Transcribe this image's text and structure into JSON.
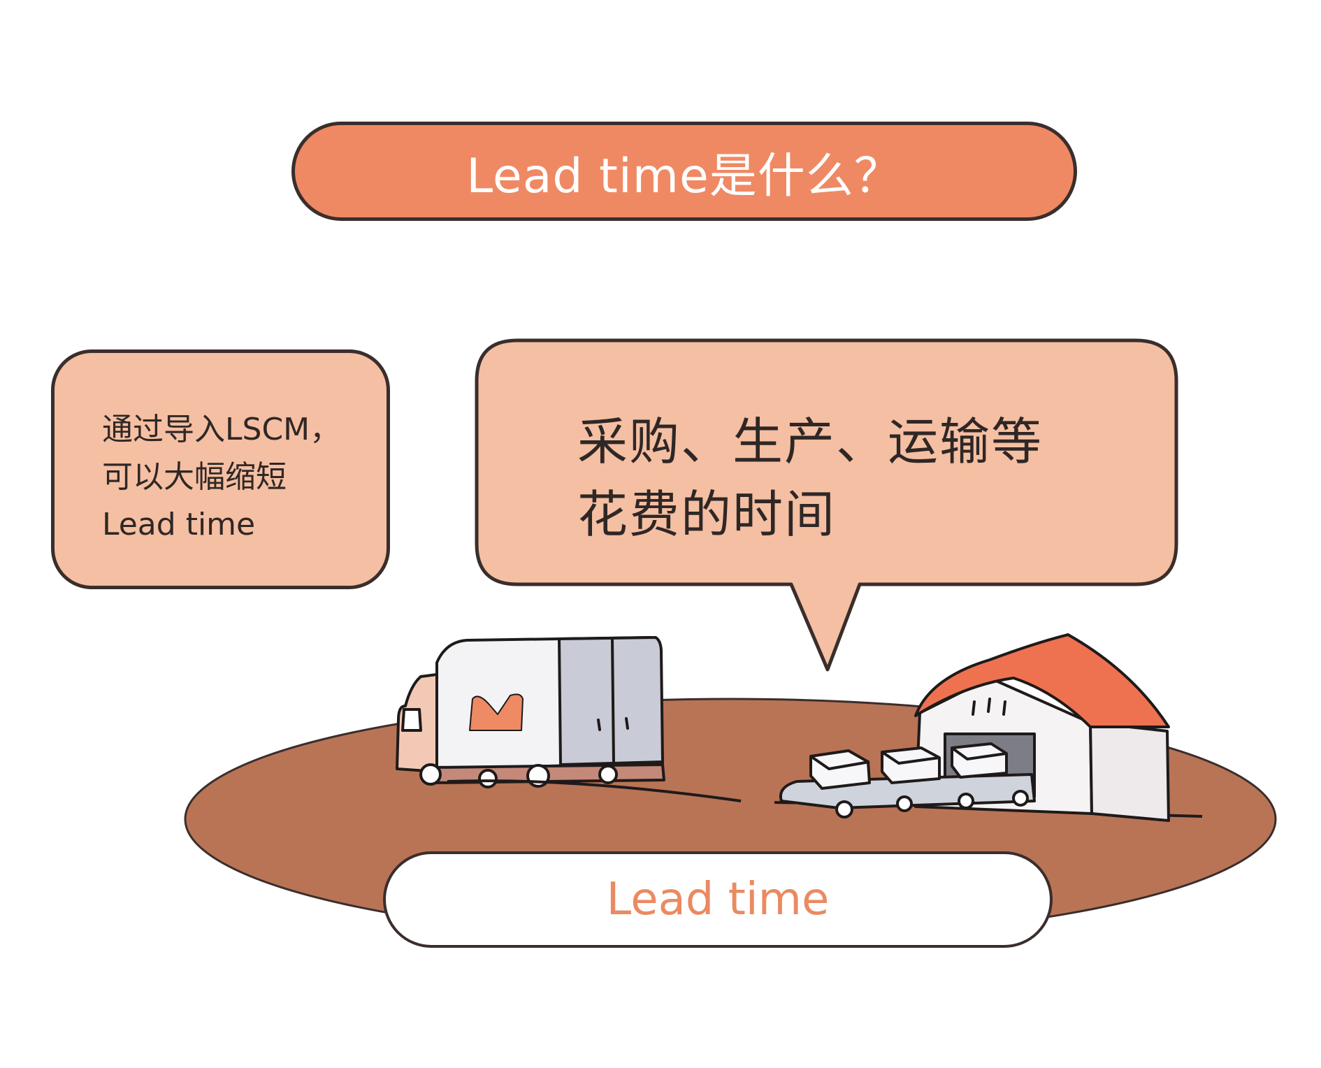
{
  "title": "Lead time是什么？",
  "note": {
    "lines": [
      "通过导入LSCM，",
      "可以大幅缩短",
      "Lead time"
    ]
  },
  "bubble": {
    "lines": [
      "采购、生产、运输等",
      "花费的时间"
    ]
  },
  "label": "Lead time",
  "colors": {
    "accent": "#ef8964",
    "note_fill": "#f4bfa2",
    "ground": "#b97456",
    "outline": "#3a2e2c",
    "label_text": "#ea8a62"
  },
  "icons": [
    "truck-icon",
    "warehouse-icon",
    "package-icon",
    "conveyor-icon"
  ]
}
